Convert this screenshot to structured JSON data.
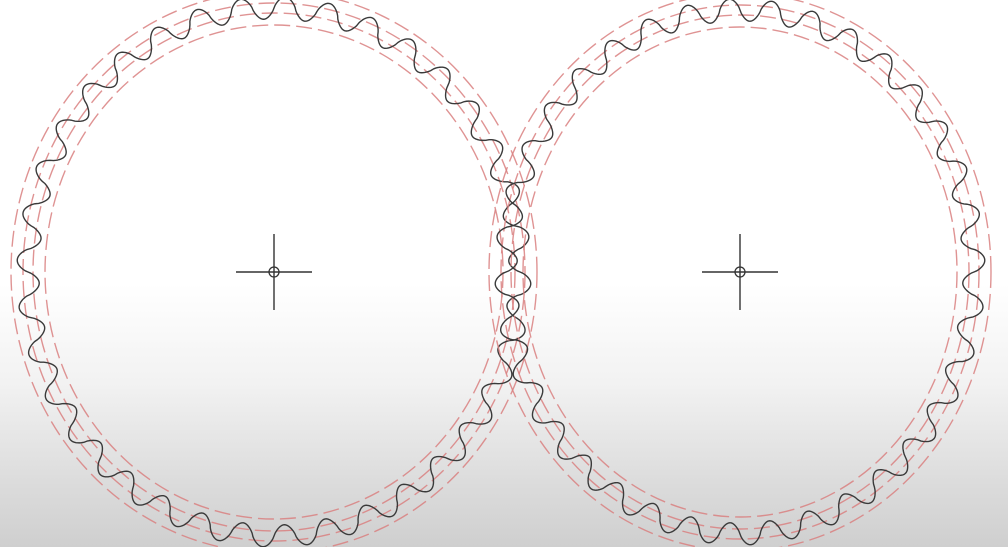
{
  "drawing": {
    "gears": [
      {
        "id": "left",
        "teeth": 36,
        "colors": {
          "profile": "#3a3a3a",
          "reference_lines": "#d98080",
          "center_mark": "#333333"
        }
      },
      {
        "id": "right",
        "teeth": 36,
        "colors": {
          "profile": "#3a3a3a",
          "reference_lines": "#d98080",
          "center_mark": "#333333"
        }
      }
    ],
    "elements": {
      "profile_line": "solid",
      "reference_circles": "dashed",
      "center_mark": "crosshair"
    },
    "background": [
      "#ffffff",
      "#cfcfcf"
    ]
  }
}
